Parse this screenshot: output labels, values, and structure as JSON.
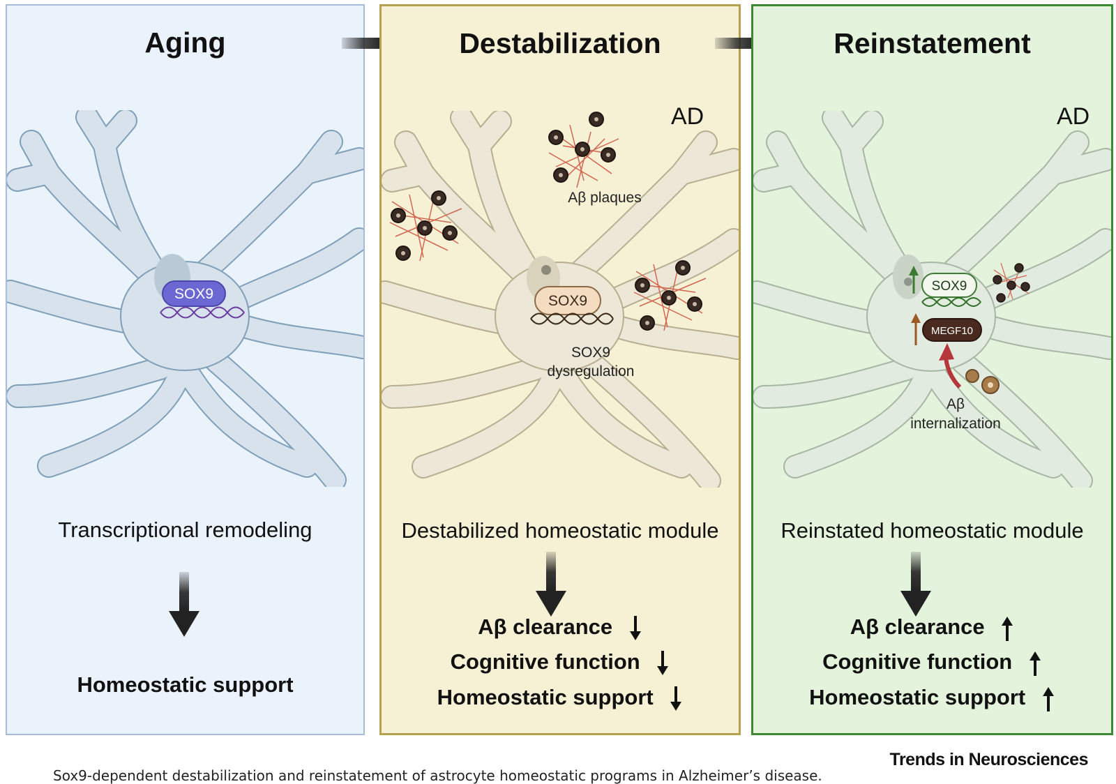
{
  "colors": {
    "aging_bg": "#eaf2fc",
    "destab_bg": "#f6f1d4",
    "reinst_bg": "#e3f3dc",
    "astrocyte_blue": "#d9e3ec",
    "astrocyte_beige": "#ece8d9",
    "astrocyte_green": "#dce9d8",
    "sox9_purple": "#6b67d3",
    "sox9_beige": "#f3dcc0",
    "megf10_brown": "#4a2a1e",
    "plaque_red": "#d2654f"
  },
  "panels": [
    {
      "title": "Aging",
      "ad_label": "",
      "sox9_label": "SOX9",
      "module_label": "Transcriptional remodeling",
      "outcomes": [
        {
          "text": "Homeostatic support",
          "trend": ""
        }
      ]
    },
    {
      "title": "Destabilization",
      "ad_label": "AD",
      "sox9_label": "SOX9",
      "plaques_label": "Aβ plaques",
      "dysregulation_label_1": "SOX9",
      "dysregulation_label_2": "dysregulation",
      "module_label": "Destabilized homeostatic module",
      "outcomes": [
        {
          "text": "Aβ clearance",
          "trend": "down"
        },
        {
          "text": "Cognitive function",
          "trend": "down"
        },
        {
          "text": "Homeostatic support",
          "trend": "down"
        }
      ]
    },
    {
      "title": "Reinstatement",
      "ad_label": "AD",
      "sox9_label": "SOX9",
      "megf10_label": "MEGF10",
      "internalization_label_1": "Aβ",
      "internalization_label_2": "internalization",
      "module_label": "Reinstated homeostatic module",
      "outcomes": [
        {
          "text": "Aβ clearance",
          "trend": "up"
        },
        {
          "text": "Cognitive function",
          "trend": "up"
        },
        {
          "text": "Homeostatic support",
          "trend": "up"
        }
      ]
    }
  ],
  "caption": "Sox9-dependent destabilization and reinstatement of astrocyte homeostatic programs in Alzheimer’s disease.",
  "journal": "Trends in Neurosciences"
}
